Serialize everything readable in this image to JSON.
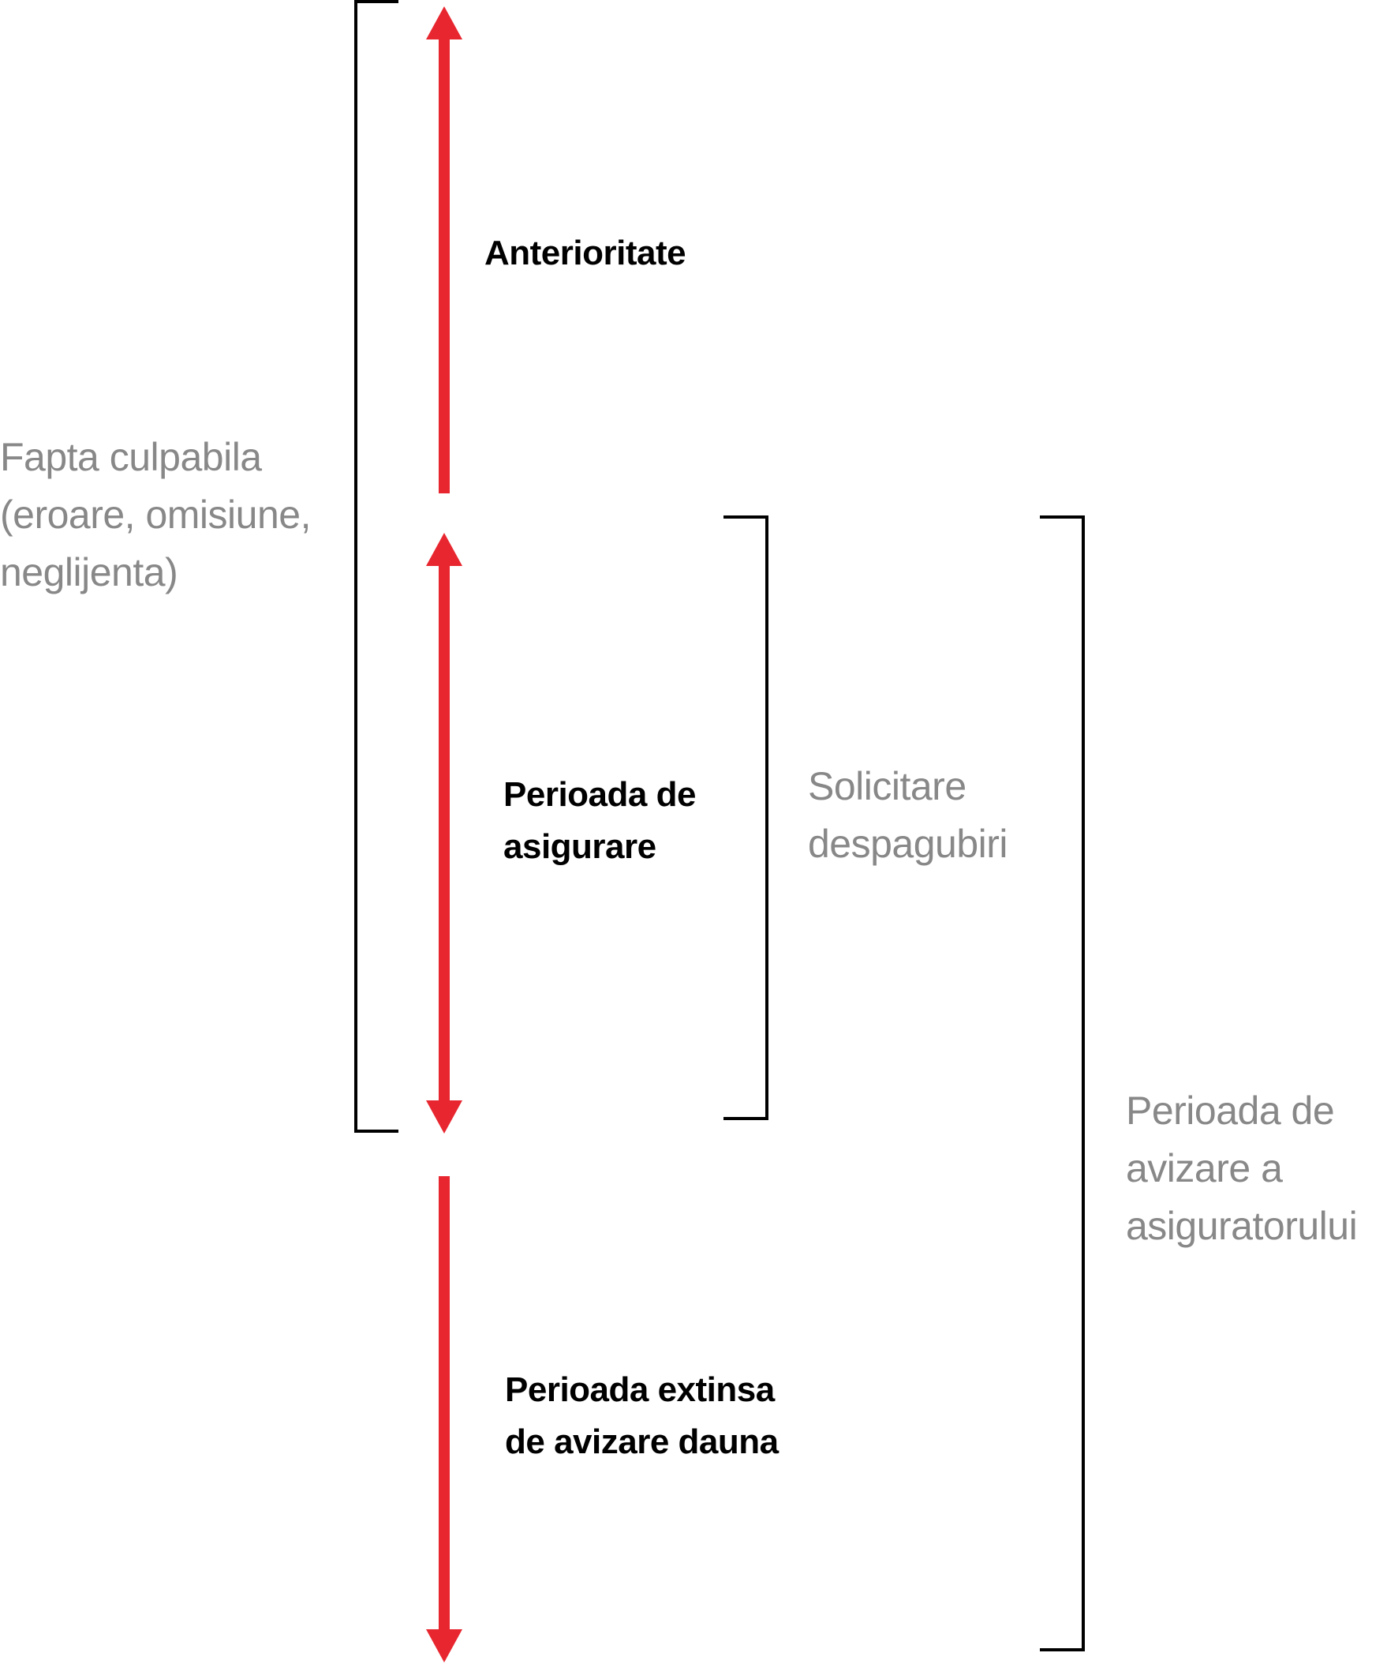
{
  "colors": {
    "arrow": "#e8262f",
    "bracket": "#000000",
    "label_dark": "#000000",
    "label_grey": "#888888",
    "background": "#ffffff"
  },
  "arrows": [
    {
      "name": "anteriority-arrow",
      "heads": "up"
    },
    {
      "name": "insurance-period-arrow",
      "heads": "both"
    },
    {
      "name": "extended-reporting-arrow",
      "heads": "down"
    }
  ],
  "labels": {
    "anterioritate": [
      "Anterioritate"
    ],
    "perioada_asigurare": [
      "Perioada de",
      "asigurare"
    ],
    "perioada_extinsa": [
      "Perioada extinsa",
      "de avizare dauna"
    ],
    "fapta_culpabila": [
      "Fapta culpabila",
      "(eroare, omisiune,",
      "neglijenta)"
    ],
    "solicitare": [
      "Solicitare",
      "despagubiri"
    ],
    "perioada_avizare": [
      "Perioada de",
      "avizare a",
      "asiguratorului"
    ]
  }
}
